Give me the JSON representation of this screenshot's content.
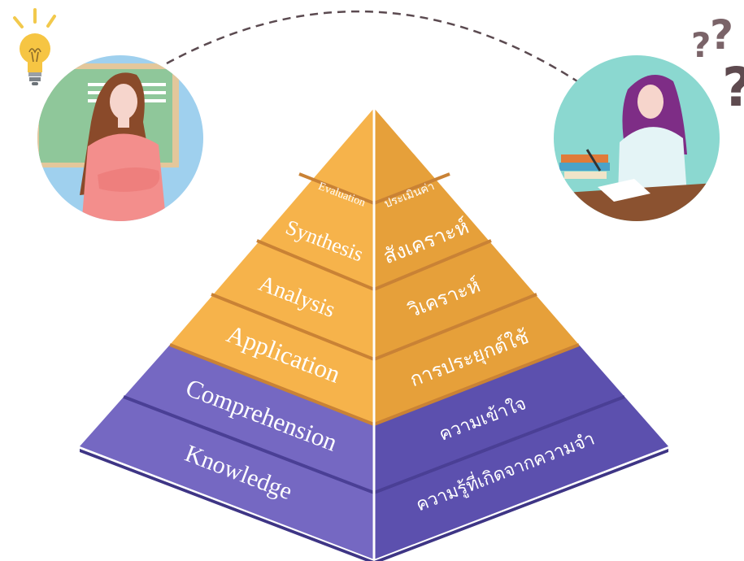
{
  "pyramid": {
    "levels": [
      {
        "en": "Evaluation",
        "th": "ประเมินค่า"
      },
      {
        "en": "Synthesis",
        "th": "สังเคราะห์"
      },
      {
        "en": "Analysis",
        "th": "วิเคราะห์"
      },
      {
        "en": "Application",
        "th": "การประยุกต์ใช้"
      },
      {
        "en": "Comprehension",
        "th": "ความเข้าใจ"
      },
      {
        "en": "Knowledge",
        "th": "ความรู้ที่เกิดจากความจำ"
      }
    ],
    "colors": {
      "upper_left": "#F6B34B",
      "upper_right": "#E6A03A",
      "lower_left": "#7568C2",
      "lower_right": "#5C50AE",
      "divider_upper": "#C98235",
      "divider_lower": "#4A3F95"
    }
  },
  "decor": {
    "question_marks": [
      "?",
      "?",
      "?"
    ],
    "question_color": "#7A6368",
    "connector_color": "#5B4A50"
  }
}
